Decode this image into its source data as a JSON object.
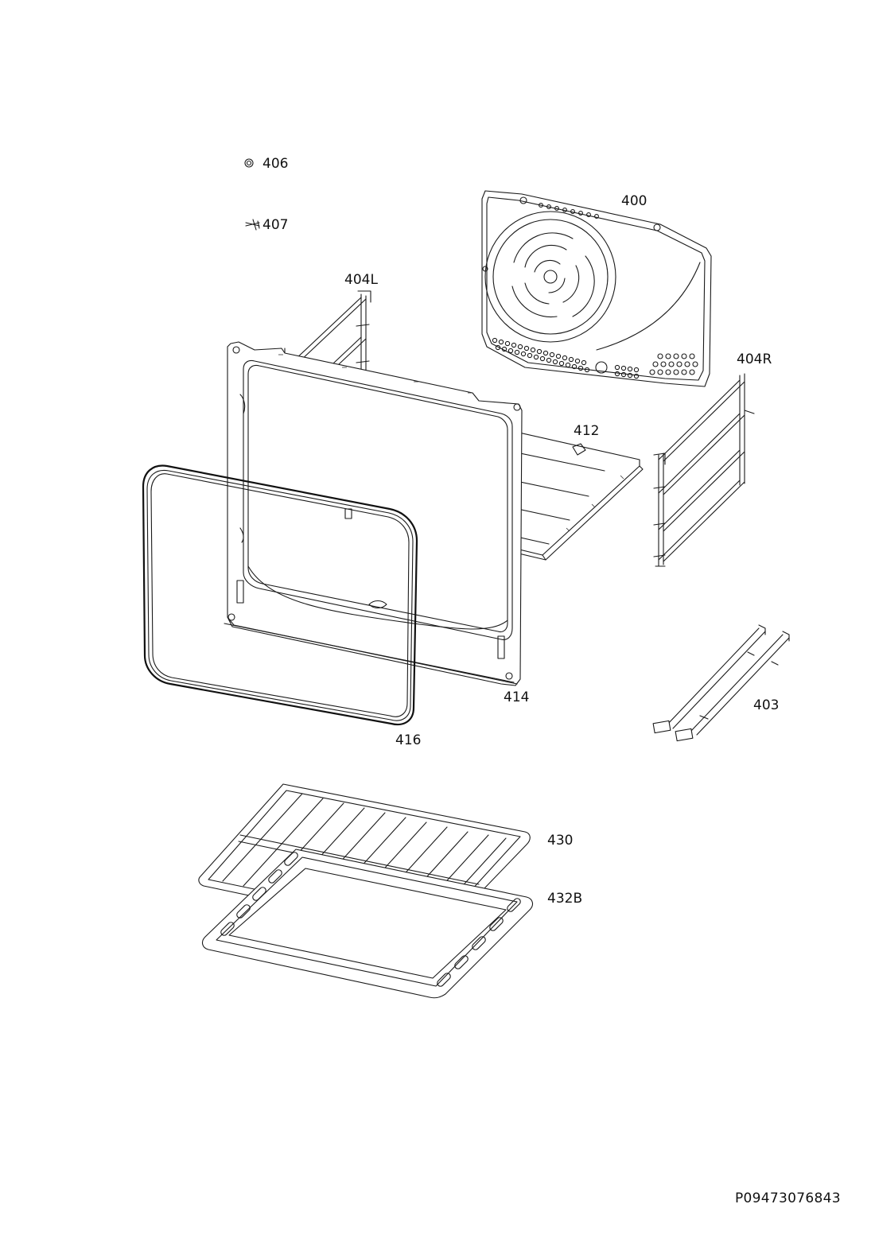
{
  "labels": {
    "p406": "406",
    "p407": "407",
    "p400": "400",
    "p404L": "404L",
    "p404R": "404R",
    "p412": "412",
    "p414": "414",
    "p416": "416",
    "p403": "403",
    "p430": "430",
    "p432B": "432B"
  },
  "document_id": "P09473076843"
}
